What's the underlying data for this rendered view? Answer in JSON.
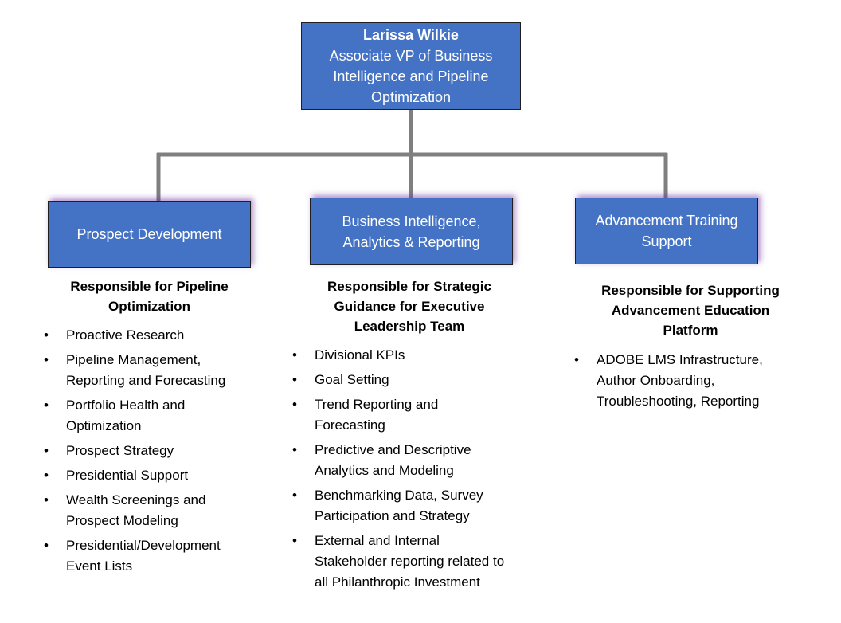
{
  "top": {
    "name": "Larissa  Wilkie",
    "title_lines": [
      "Associate VP of Business",
      "Intelligence and Pipeline",
      "Optimization"
    ]
  },
  "columns": [
    {
      "box_lines": [
        "Prospect Development"
      ],
      "heading_lines": [
        "Responsible for Pipeline",
        "Optimization"
      ],
      "items": [
        [
          "Proactive Research"
        ],
        [
          "Pipeline Management,",
          "Reporting and Forecasting"
        ],
        [
          "Portfolio Health and",
          "Optimization"
        ],
        [
          "Prospect Strategy"
        ],
        [
          "Presidential Support"
        ],
        [
          "Wealth Screenings and",
          "Prospect Modeling"
        ],
        [
          "Presidential/Development",
          "Event Lists"
        ]
      ]
    },
    {
      "box_lines": [
        "Business Intelligence,",
        "Analytics & Reporting"
      ],
      "heading_lines": [
        "Responsible for Strategic",
        "Guidance for Executive",
        "Leadership Team"
      ],
      "items": [
        [
          "Divisional KPIs"
        ],
        [
          "Goal Setting"
        ],
        [
          "Trend Reporting and",
          "Forecasting"
        ],
        [
          "Predictive and Descriptive",
          "Analytics and Modeling"
        ],
        [
          "Benchmarking Data, Survey",
          "Participation and Strategy"
        ],
        [
          "External and Internal",
          "Stakeholder reporting related to",
          "all Philanthropic Investment"
        ]
      ]
    },
    {
      "box_lines": [
        "Advancement Training",
        "Support"
      ],
      "heading_lines": [
        "Responsible for Supporting",
        "Advancement Education",
        "Platform"
      ],
      "items": [
        [
          "ADOBE LMS Infrastructure,",
          "Author Onboarding,",
          "Troubleshooting, Reporting"
        ]
      ]
    }
  ],
  "bullet_char": "•",
  "colors": {
    "box_fill": "#4472c4",
    "connector": "#7f7f7f",
    "box_text": "#ffffff",
    "glow": "#7030a0"
  }
}
